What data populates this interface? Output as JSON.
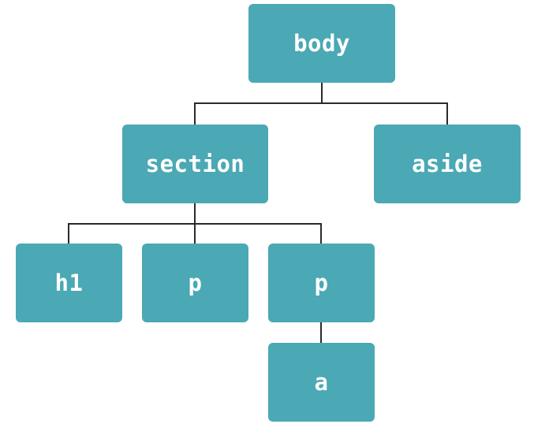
{
  "diagram": {
    "type": "dom-tree",
    "colors": {
      "node_fill": "#4ba8b5",
      "node_text": "#ffffff",
      "connector": "#2a2a2a"
    },
    "nodes": {
      "body": "body",
      "section": "section",
      "aside": "aside",
      "h1": "h1",
      "p1": "p",
      "p2": "p",
      "a": "a"
    },
    "edges": [
      [
        "body",
        "section"
      ],
      [
        "body",
        "aside"
      ],
      [
        "section",
        "h1"
      ],
      [
        "section",
        "p1"
      ],
      [
        "section",
        "p2"
      ],
      [
        "p2",
        "a"
      ]
    ]
  }
}
